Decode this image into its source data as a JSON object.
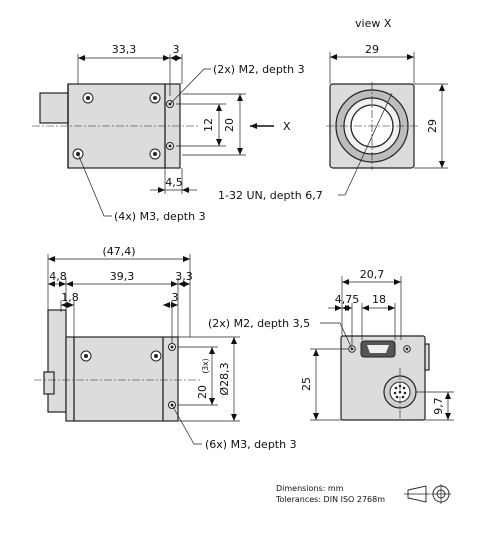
{
  "view_title": "view X",
  "top": {
    "dim_33_3": "33,3",
    "dim_3": "3",
    "dim_12": "12",
    "dim_20": "20",
    "dim_4_5": "4,5",
    "arrow_label": "X",
    "note_m2": "(2x) M2, depth 3",
    "note_m3": "(4x) M3, depth 3"
  },
  "front": {
    "dim_width": "29",
    "dim_height": "29",
    "note_thread": "1-32 UN, depth 6,7"
  },
  "side": {
    "dim_overall": "(47,4)",
    "dim_4_8": "4,8",
    "dim_39_3": "39,3",
    "dim_3_3": "3,3",
    "dim_1_8": "1,8",
    "dim_3": "3",
    "dim_20": "20",
    "dim_3x": "(3x)",
    "dim_dia": "Ø28,3",
    "note_m3": "(6x) M3, depth 3"
  },
  "rear": {
    "dim_20_7": "20,7",
    "dim_4_75": "4,75",
    "dim_18": "18",
    "dim_25": "25",
    "dim_9_7": "9,7",
    "note_m2": "(2x) M2, depth 3,5"
  },
  "footer": {
    "dimensions_line": "Dimensions: mm",
    "tolerances_line": "Tolerances: DIN ISO 2768m"
  },
  "icons": {
    "projection": "projection-symbol-icon"
  }
}
